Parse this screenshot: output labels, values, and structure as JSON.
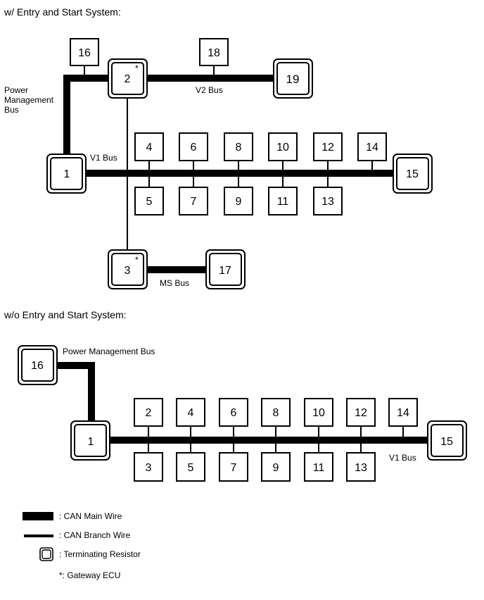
{
  "section1": {
    "title": "w/ Entry and Start System:",
    "bus_labels": {
      "power_management": [
        "Power",
        "Management",
        "Bus"
      ],
      "v1": "V1 Bus",
      "v2": "V2 Bus",
      "ms": "MS Bus"
    },
    "nodes": {
      "n1": "1",
      "n2": "2",
      "n3": "3",
      "n4": "4",
      "n5": "5",
      "n6": "6",
      "n7": "7",
      "n8": "8",
      "n9": "9",
      "n10": "10",
      "n11": "11",
      "n12": "12",
      "n13": "13",
      "n14": "14",
      "n15": "15",
      "n16": "16",
      "n17": "17",
      "n18": "18",
      "n19": "19"
    },
    "gateway_mark": "*"
  },
  "section2": {
    "title": "w/o Entry and Start System:",
    "bus_labels": {
      "power_management": "Power Management Bus",
      "v1": "V1 Bus"
    },
    "nodes": {
      "n1": "1",
      "n2": "2",
      "n3": "3",
      "n4": "4",
      "n5": "5",
      "n6": "6",
      "n7": "7",
      "n8": "8",
      "n9": "9",
      "n10": "10",
      "n11": "11",
      "n12": "12",
      "n13": "13",
      "n14": "14",
      "n15": "15",
      "n16": "16"
    }
  },
  "legend": {
    "main_wire": ": CAN Main Wire",
    "branch_wire": ": CAN Branch Wire",
    "terminating_resistor": ": Terminating Resistor",
    "gateway_ecu": "*: Gateway ECU"
  }
}
